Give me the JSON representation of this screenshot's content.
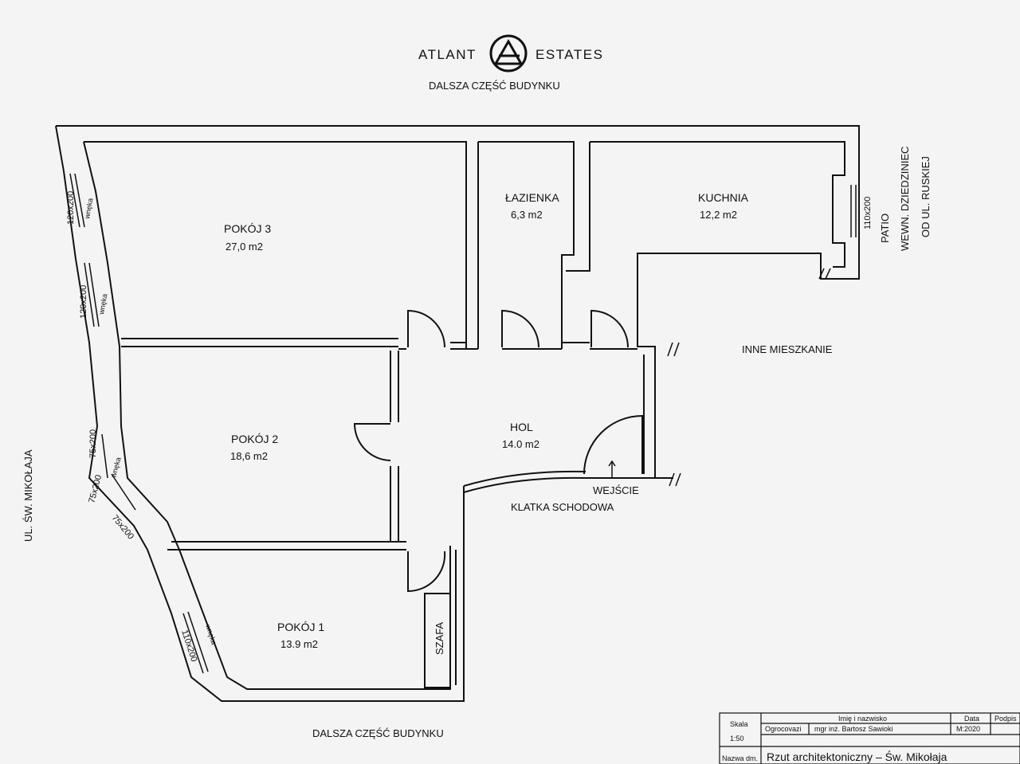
{
  "logo": {
    "left": "ATLANT",
    "right": "ESTATES"
  },
  "labels": {
    "top_building": "DALSZA CZĘŚĆ BUDYNKU",
    "bottom_building": "DALSZA CZĘŚĆ BUDYNKU",
    "other_apartment": "INNE MIESZKANIE",
    "staircase": "KLATKA SCHODOWA",
    "entrance": "WEJŚCIE",
    "street": "UL. ŚW. MIKOŁAJA",
    "patio_1": "PATIO",
    "patio_2": "WEWN. DZIEDZINIEC",
    "patio_3": "OD UL. RUSKIEJ",
    "wardrobe": "SZAFA"
  },
  "rooms": {
    "pokoj3": {
      "name": "POKÓJ 3",
      "area": "27,0 m2"
    },
    "lazienka": {
      "name": "ŁAZIENKA",
      "area": "6,3 m2"
    },
    "kuchnia": {
      "name": "KUCHNIA",
      "area": "12,2 m2"
    },
    "pokoj2": {
      "name": "POKÓJ 2",
      "area": "18,6 m2"
    },
    "hol": {
      "name": "HOL",
      "area": "14.0 m2"
    },
    "pokoj1": {
      "name": "POKÓJ 1",
      "area": "13.9 m2"
    }
  },
  "windows": {
    "w1": "120x200",
    "w2": "120x200",
    "w3": "75x200",
    "w4": "75x200",
    "w5": "75x200",
    "w6": "110x200",
    "w7": "110x200",
    "sill_text": "wnęka"
  },
  "title_block": {
    "skala_label": "Skala",
    "skala_value": "1:50",
    "name_header": "Imię i nazwisko",
    "data_header": "Data",
    "podpis_header": "Podpis",
    "ogrocovazi": "Ogrocovazi",
    "author": "mgr inż. Bartosz Sawioki",
    "date": "M:2020",
    "nazwa_label": "Nazwa dm.",
    "title": "Rzut architektoniczny – Św. Mikołaja"
  }
}
